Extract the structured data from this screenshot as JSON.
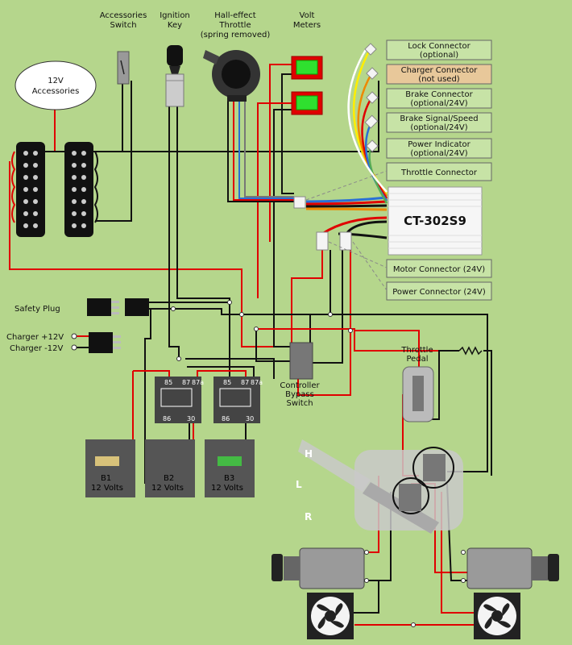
{
  "labels": {
    "accessories_switch": [
      "Accessories",
      "Switch"
    ],
    "ignition_key": [
      "Ignition",
      "Key"
    ],
    "throttle": [
      "Hall-effect",
      "Throttle",
      "(spring removed)"
    ],
    "volt_meters": [
      "Volt",
      "Meters"
    ],
    "accessories_12v": [
      "12V",
      "Accessories"
    ],
    "safety_plug": "Safety Plug",
    "charger_pos": "Charger +12V",
    "charger_neg": "Charger -12V",
    "bypass_switch": [
      "Controller",
      "Bypass",
      "Switch"
    ],
    "throttle_pedal": [
      "Throttle",
      "Pedal"
    ],
    "controller": "CT-302S9"
  },
  "connectors": [
    {
      "lines": [
        "Lock Connector",
        "(optional)"
      ]
    },
    {
      "lines": [
        "Charger Connector",
        "(not used)"
      ]
    },
    {
      "lines": [
        "Brake Connector",
        "(optional/24V)"
      ]
    },
    {
      "lines": [
        "Brake Signal/Speed",
        "(optional/24V)"
      ]
    },
    {
      "lines": [
        "Power Indicator",
        "(optional/24V)"
      ]
    },
    {
      "lines": [
        "Throttle Connector"
      ]
    },
    {
      "lines": [
        "Motor Connector (24V)"
      ]
    },
    {
      "lines": [
        "Power Connector (24V)"
      ]
    }
  ],
  "batteries": [
    {
      "name": "B1",
      "volts": "12 Volts"
    },
    {
      "name": "B2",
      "volts": "12 Volts"
    },
    {
      "name": "B3",
      "volts": "12 Volts"
    }
  ],
  "relay_pins": {
    "p85": "85",
    "p86": "86",
    "p87": "87",
    "p87a": "87a",
    "p30": "30"
  },
  "gear_letters": [
    "H",
    "L",
    "R"
  ],
  "colors": {
    "background": "#b5d68c",
    "charger_connector_fill": "#e8c89a",
    "connector_fill": "#c7e3a6"
  }
}
